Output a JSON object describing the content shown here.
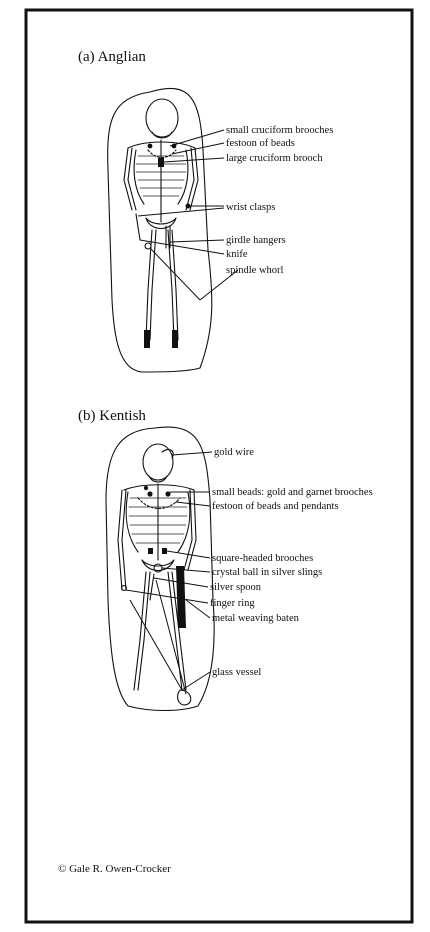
{
  "panel_a": {
    "heading": "(a) Anglian",
    "labels": {
      "small_cruciform_brooches": "small cruciform brooches",
      "festoon_of_beads": "festoon of beads",
      "large_cruciform_brooch": "large cruciform brooch",
      "wrist_clasps": "wrist clasps",
      "girdle_hangers": "girdle hangers",
      "knife": "knife",
      "spindle_whorl": "spindle whorl"
    }
  },
  "panel_b": {
    "heading": "(b) Kentish",
    "labels": {
      "gold_wire": "gold wire",
      "small_beads_brooches": "small beads: gold and garnet brooches",
      "festoon_of_beads_pendants": "festoon of beads and pendants",
      "square_headed_brooches": "square-headed brooches",
      "crystal_ball": "crystal ball in silver slings",
      "silver_spoon": "silver spoon",
      "finger_ring": "finger ring",
      "metal_weaving_baten": "metal weaving baten",
      "glass_vessel": "glass vessel"
    }
  },
  "credit": "© Gale R. Owen-Crocker"
}
